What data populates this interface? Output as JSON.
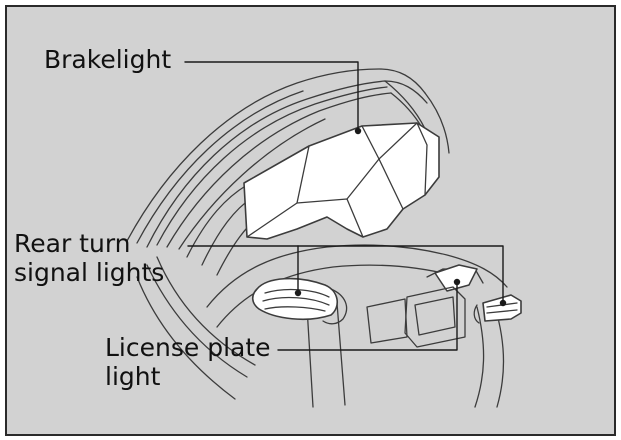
{
  "figure": {
    "background_color": "#d2d2d2",
    "line_color": "#3c3c3c",
    "light_fill_color": "#ffffff"
  },
  "callouts": {
    "brakelight": {
      "lines": [
        "Brakelight"
      ]
    },
    "rear_turn_signal_lights": {
      "lines": [
        "Rear turn",
        "signal lights"
      ]
    },
    "license_plate_light": {
      "lines": [
        "License plate",
        "light"
      ]
    }
  }
}
